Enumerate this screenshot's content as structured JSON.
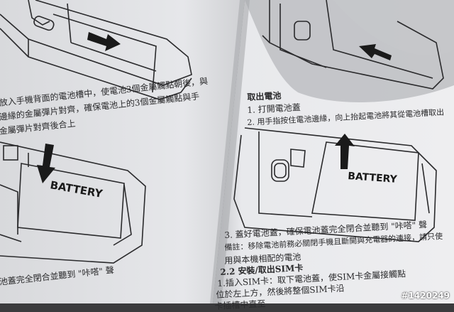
{
  "left_page": {
    "lines": [
      "放入手機背面的電池槽中，使電池3個金屬觸點朝後，與",
      "邊緣的金屬彈片對齊，確保電池上的3個金屬觸點與手",
      "金屬彈片對齊後合上",
      "池蓋完全閉合並聽到 \"咔嗒\" 聲"
    ],
    "battery_label": "BATTERY"
  },
  "right_page": {
    "heading": "取出電池",
    "steps": [
      "1.  打開電池蓋",
      "2.  用手指按住電池邊緣，向上抬起電池將其從電池槽取出",
      "3.  蓋好電池蓋，確保電池蓋完全閉合並聽到 \"咔嗒\" 聲"
    ],
    "note_lines": [
      "備註：移除電池前務必關閉手機且斷開與充電器的連接，請只使",
      "用與本機相配的電池"
    ],
    "section_title": "2.2  安裝/取出SIM卡",
    "sim_lines": [
      "1.插入SIM卡：取下電池蓋，使SIM卡金屬接觸點",
      "位於左上方，然後將整個SIM卡沿",
      "卡插槽中直至"
    ],
    "battery_label": "BATTERY"
  },
  "watermark": "#1420249",
  "colors": {
    "paper": "#e9e9eb",
    "shadow": "#b9babd",
    "ink": "#2a2a2c",
    "background": "#3b3b3d"
  }
}
